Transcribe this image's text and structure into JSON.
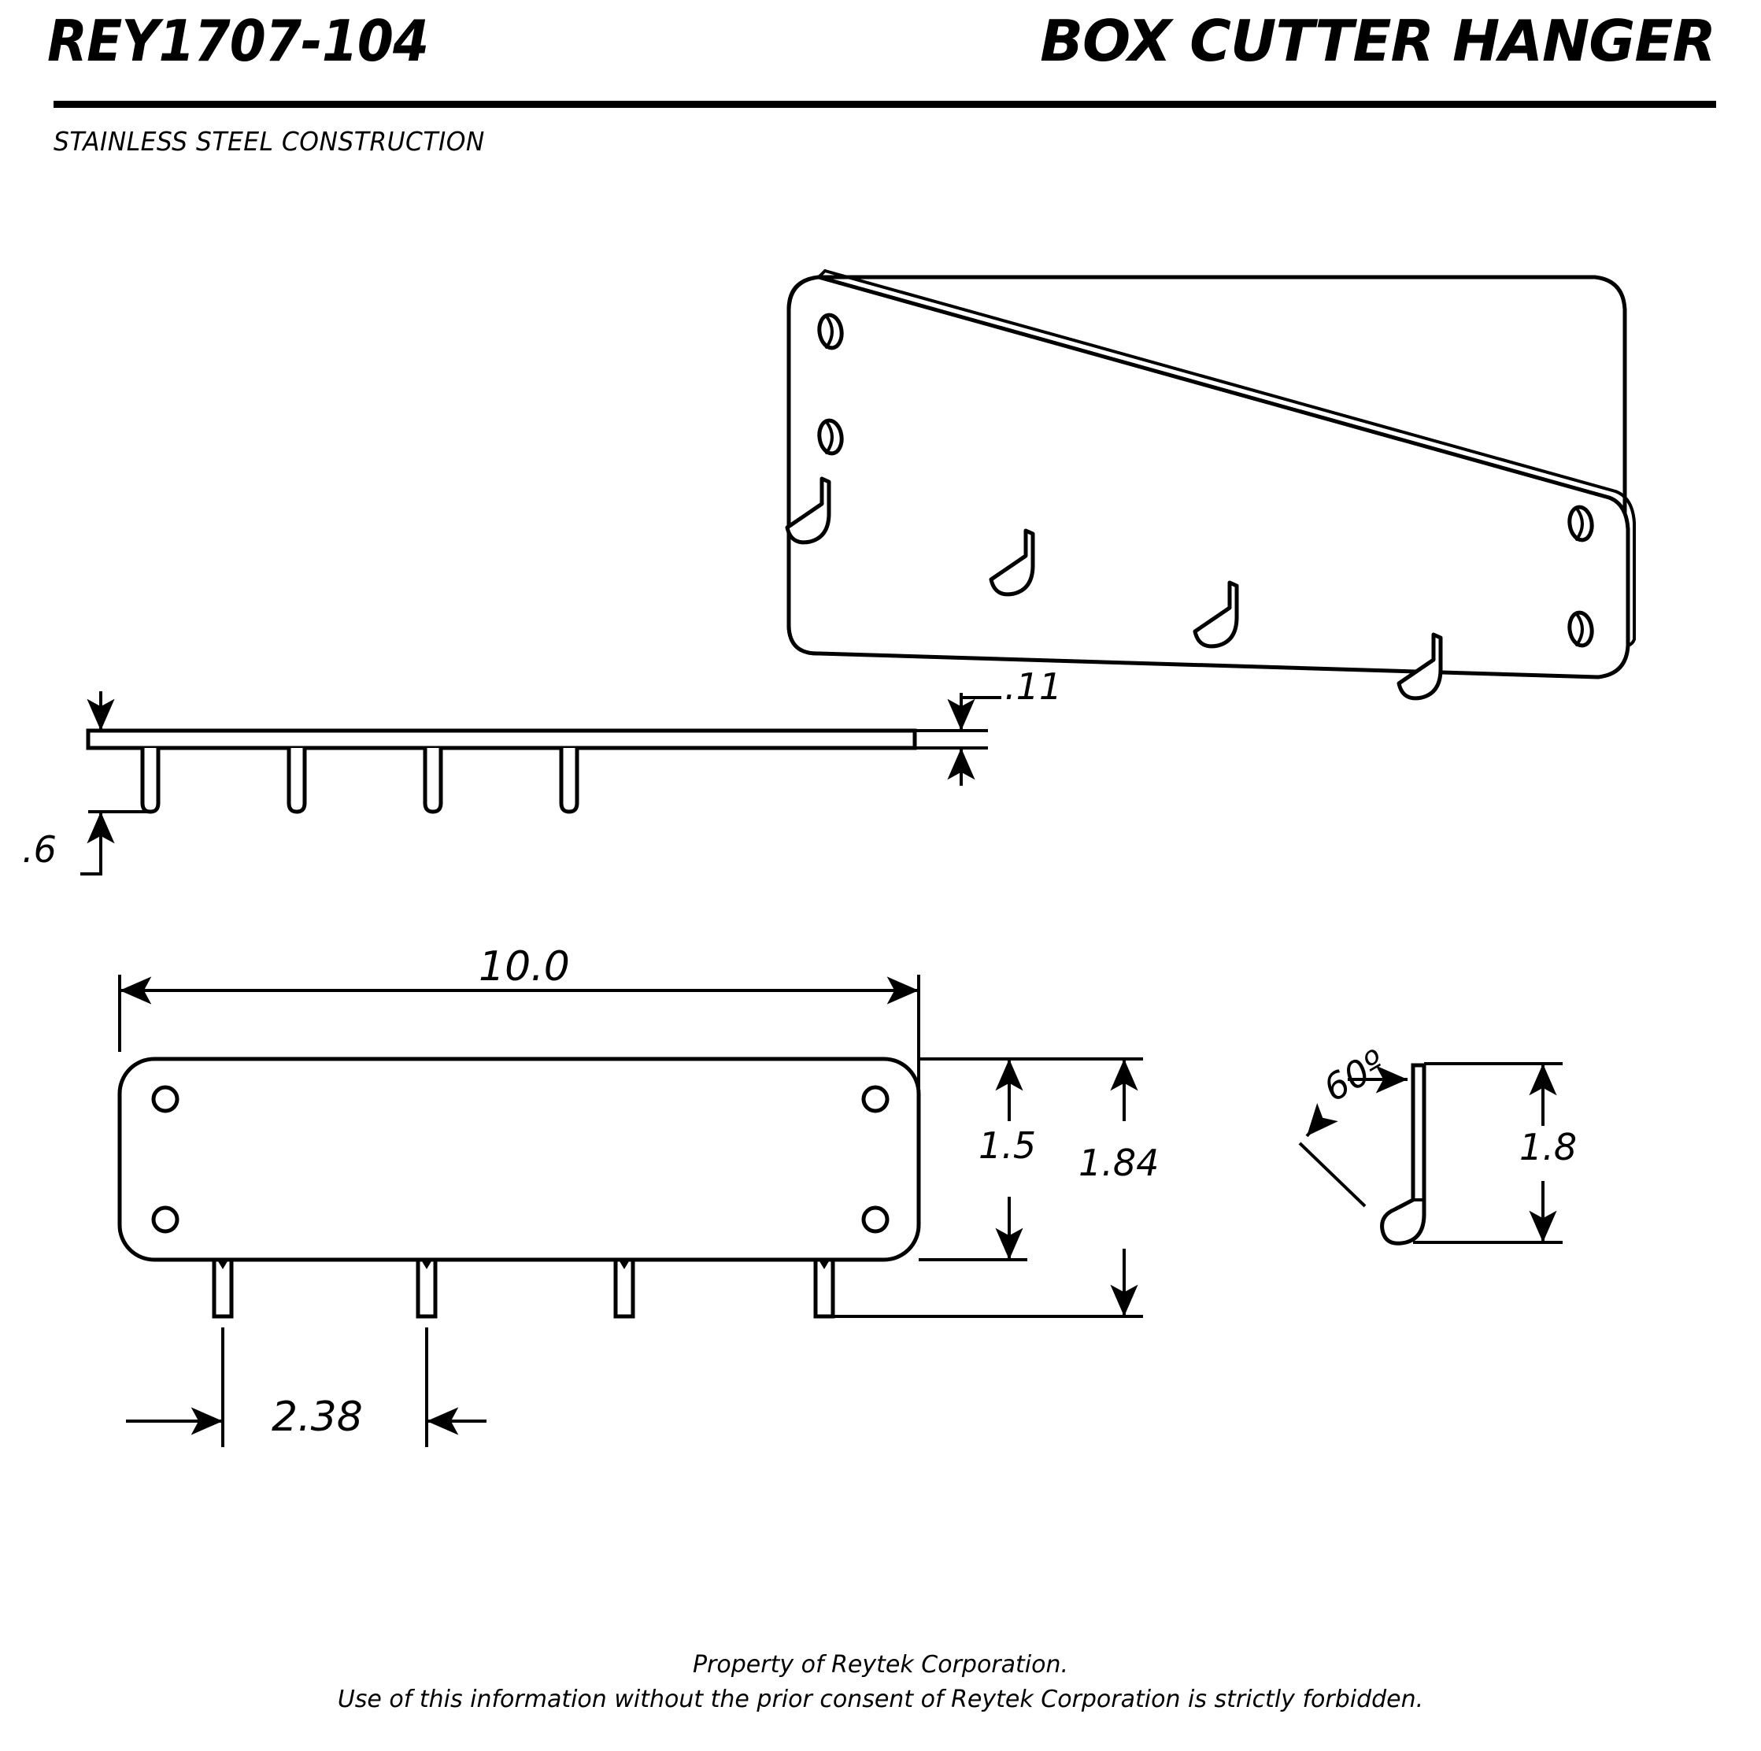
{
  "header": {
    "part_number": "REY1707-104",
    "title": "BOX CUTTER HANGER",
    "subtitle": "STAINLESS STEEL CONSTRUCTION"
  },
  "views": {
    "isometric": {
      "name": "isometric-view",
      "hook_count": 4,
      "hole_count": 4
    },
    "top": {
      "name": "top-view",
      "hook_count": 4
    },
    "front": {
      "name": "front-view",
      "hook_count": 4,
      "hole_count": 4
    },
    "side": {
      "name": "side-view",
      "hook_count": 1
    }
  },
  "dimensions": {
    "thickness": ".11",
    "hook_depth": ".6",
    "overall_length": "10.0",
    "plate_height": "1.5",
    "overall_height": "1.84",
    "hook_spacing": "2.38",
    "side_height": "1.8",
    "hook_angle": "60º"
  },
  "footer": {
    "line1": "Property of Reytek Corporation.",
    "line2": "Use of this information without the prior consent of Reytek Corporation is strictly forbidden."
  },
  "colors": {
    "line": "#000000",
    "background": "#ffffff"
  }
}
